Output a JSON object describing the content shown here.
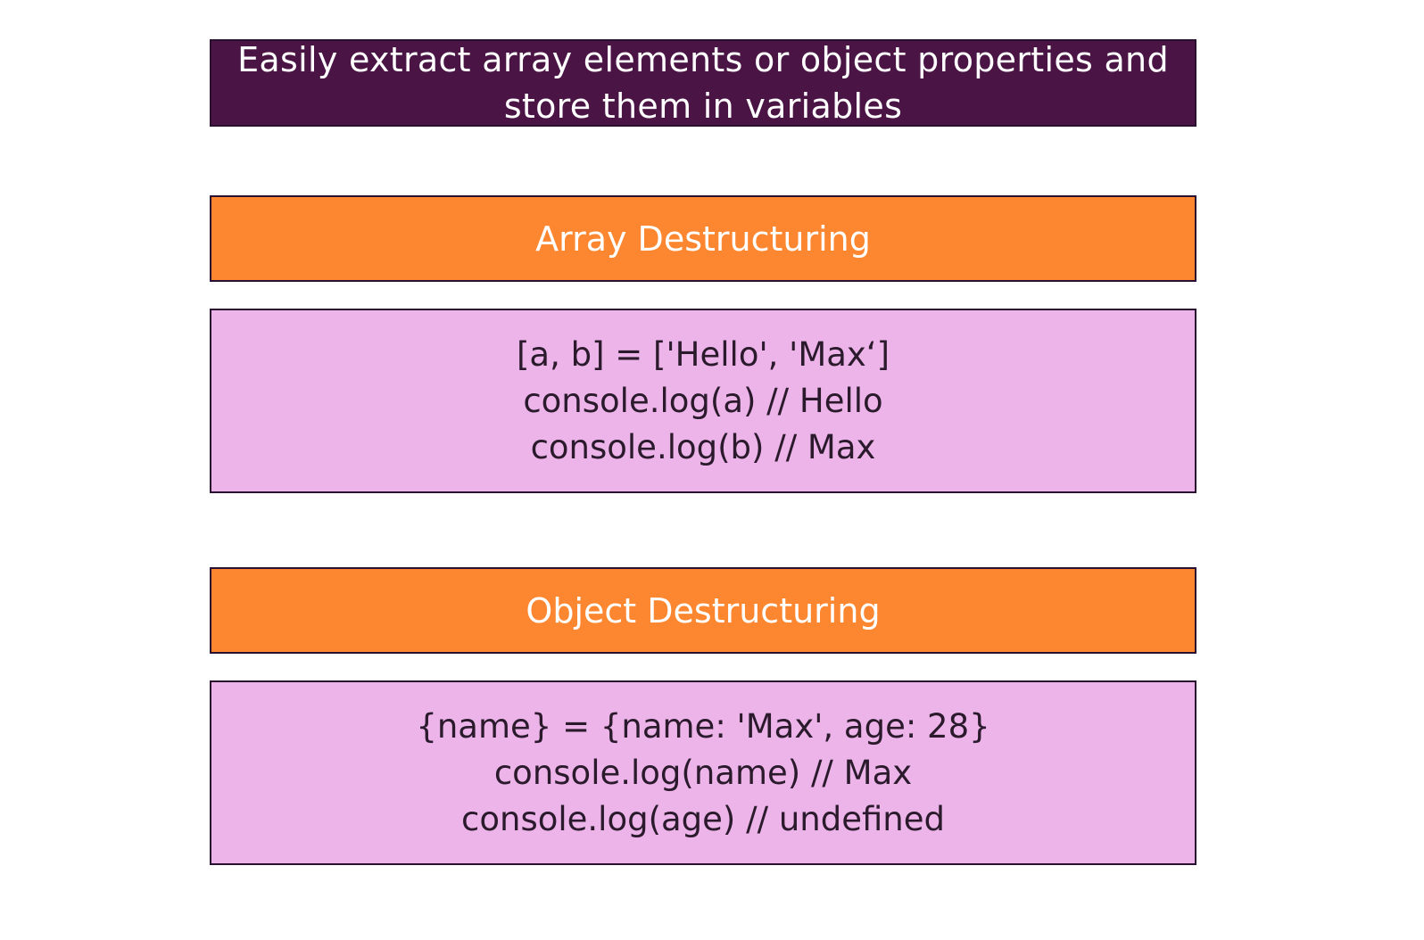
{
  "header": {
    "lines": [
      "Easily extract array elements or object properties and",
      "store them in variables"
    ]
  },
  "array_section": {
    "title": "Array Destructuring",
    "code": [
      "[a, b] = ['Hello', 'Max‘]",
      "console.log(a) // Hello",
      "console.log(b) // Max"
    ]
  },
  "object_section": {
    "title": "Object Destructuring",
    "code": [
      "{name} = {name: 'Max', age: 28}",
      "console.log(name) // Max",
      "console.log(age) // undefined"
    ]
  },
  "colors": {
    "header_bg": "#4a1445",
    "section_title_bg": "#fc8730",
    "code_bg": "#edb4ea",
    "border": "#2a1030"
  }
}
